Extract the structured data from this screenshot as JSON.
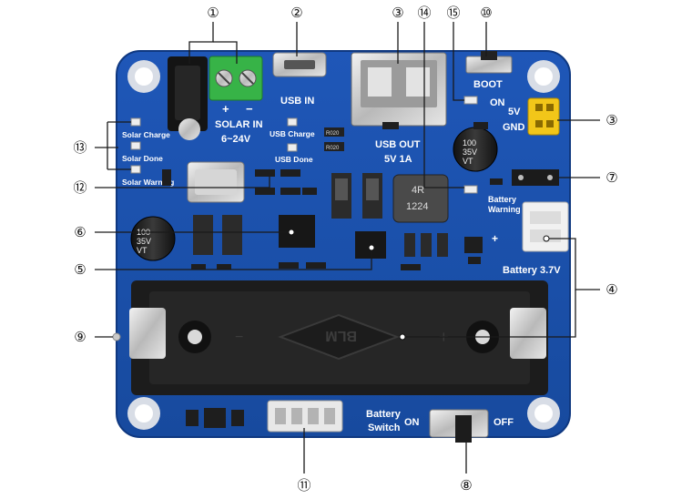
{
  "board_labels": {
    "solar_in": "SOLAR IN",
    "solar_voltage": "6~24V",
    "plus": "+",
    "minus": "−",
    "usb_in": "USB IN",
    "usb_out": "USB OUT",
    "usb_out_spec": "5V 1A",
    "boot": "BOOT",
    "on": "ON",
    "v5": "5V",
    "gnd": "GND",
    "solar_charge": "Solar Charge",
    "solar_done": "Solar Done",
    "solar_warning": "Solar Warning",
    "usb_charge": "USB Charge",
    "usb_done": "USB Done",
    "battery_warning_1": "Battery",
    "battery_warning_2": "Warning",
    "battery_37": "Battery 3.7V",
    "batt_plus": "+",
    "batt_minus": "−",
    "battery_switch_1": "Battery",
    "battery_switch_2": "Switch",
    "switch_on": "ON",
    "switch_off": "OFF",
    "cap_text_1": "100",
    "cap_text_2": "35V",
    "cap_text_3": "VT",
    "inductor_text_1": "4R",
    "inductor_text_2": "1224",
    "holder_brand": "BLM",
    "r020": "R020"
  },
  "callouts": [
    "①",
    "②",
    "③",
    "⑭",
    "⑮",
    "⑩",
    "③",
    "⑦",
    "④",
    "⑬",
    "⑫",
    "⑥",
    "⑤",
    "⑨",
    "⑪",
    "⑧"
  ],
  "colors": {
    "pcb": "#1a4da6",
    "pcb_dark": "#123d8c",
    "battery_holder": "#1c1c1c",
    "terminal_green": "#35b044",
    "header_yellow": "#f2c619"
  }
}
